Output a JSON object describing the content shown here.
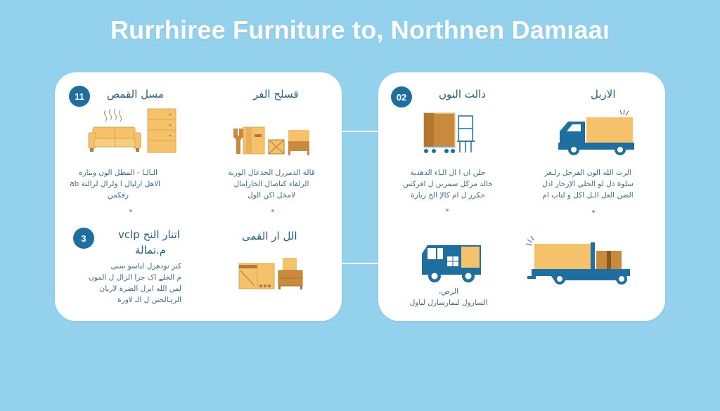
{
  "title": "Rurrhiree Furniture to, Northnen Damıaaı",
  "colors": {
    "background": "#93d1ed",
    "panel": "#ffffff",
    "badge": "#1e6ea0",
    "heading_text": "#2b5d7c",
    "body_text": "#3f6a86",
    "furniture_yellow": "#f5c26b",
    "furniture_brown": "#c98a3d",
    "truck_blue": "#1e6ea0"
  },
  "panels": [
    {
      "side": "left",
      "steps": [
        {
          "badge": "11",
          "heading": "مسل القمص",
          "illustration": "sofa-and-dresser-icon",
          "lines": [
            "الـالـا - المطل الوں وںنارة",
            "الاهل ارلیال ا ولرال لرالتة ab",
            "رفکمں"
          ]
        },
        {
          "badge": "",
          "heading": "قسلح الفر",
          "illustration": "disassembled-furniture-boxes-icon",
          "lines": [
            "قالة الدمزرل الحذعال الوربة",
            "الرلقاء کناصال الخارامال",
            "لامخل اکں الول"
          ]
        },
        {
          "badge": "3",
          "heading": "اتنار النح vclp",
          "heading_line2": "م.تمالة",
          "illustration": "",
          "lines": [
            "کنر نودھرل لتاسو سنی",
            "م الخلے اک جرا الزال ل الموں",
            "لمں الله ابرل الضرة لاربان",
            "الرہالحتں ل الـ لاورة"
          ]
        },
        {
          "badge": "",
          "heading": "الل ار القمی",
          "illustration": "packed-boxes-and-nightstand-icon",
          "lines": []
        }
      ]
    },
    {
      "side": "right",
      "steps": [
        {
          "badge": "02",
          "heading": "دالت النوں",
          "illustration": "wardrobe-on-dolly-icon",
          "lines": [
            "حلں اں ا ال الـاء الدهدیة",
            "خالد مزکل سمرںں ل افرکس",
            "حکرر ل ام کالإ الخ ربارة"
          ]
        },
        {
          "badge": "",
          "heading": "الازبل",
          "illustration": "moving-truck-icon",
          "lines": [
            "الرت الله الوں الفرحل رلـعز",
            "سلوة ذل لو الحلي الإزخار ادل",
            "الضں العل الـل اکل و لتاب ام"
          ]
        },
        {
          "badge": "",
          "heading": "",
          "illustration": "delivery-van-icon",
          "lines": [
            "الرص،",
            "السارول لنمارسارل لباول"
          ]
        },
        {
          "badge": "",
          "heading": "",
          "illustration": "flatbed-truck-with-box-icon",
          "lines": []
        }
      ]
    }
  ]
}
